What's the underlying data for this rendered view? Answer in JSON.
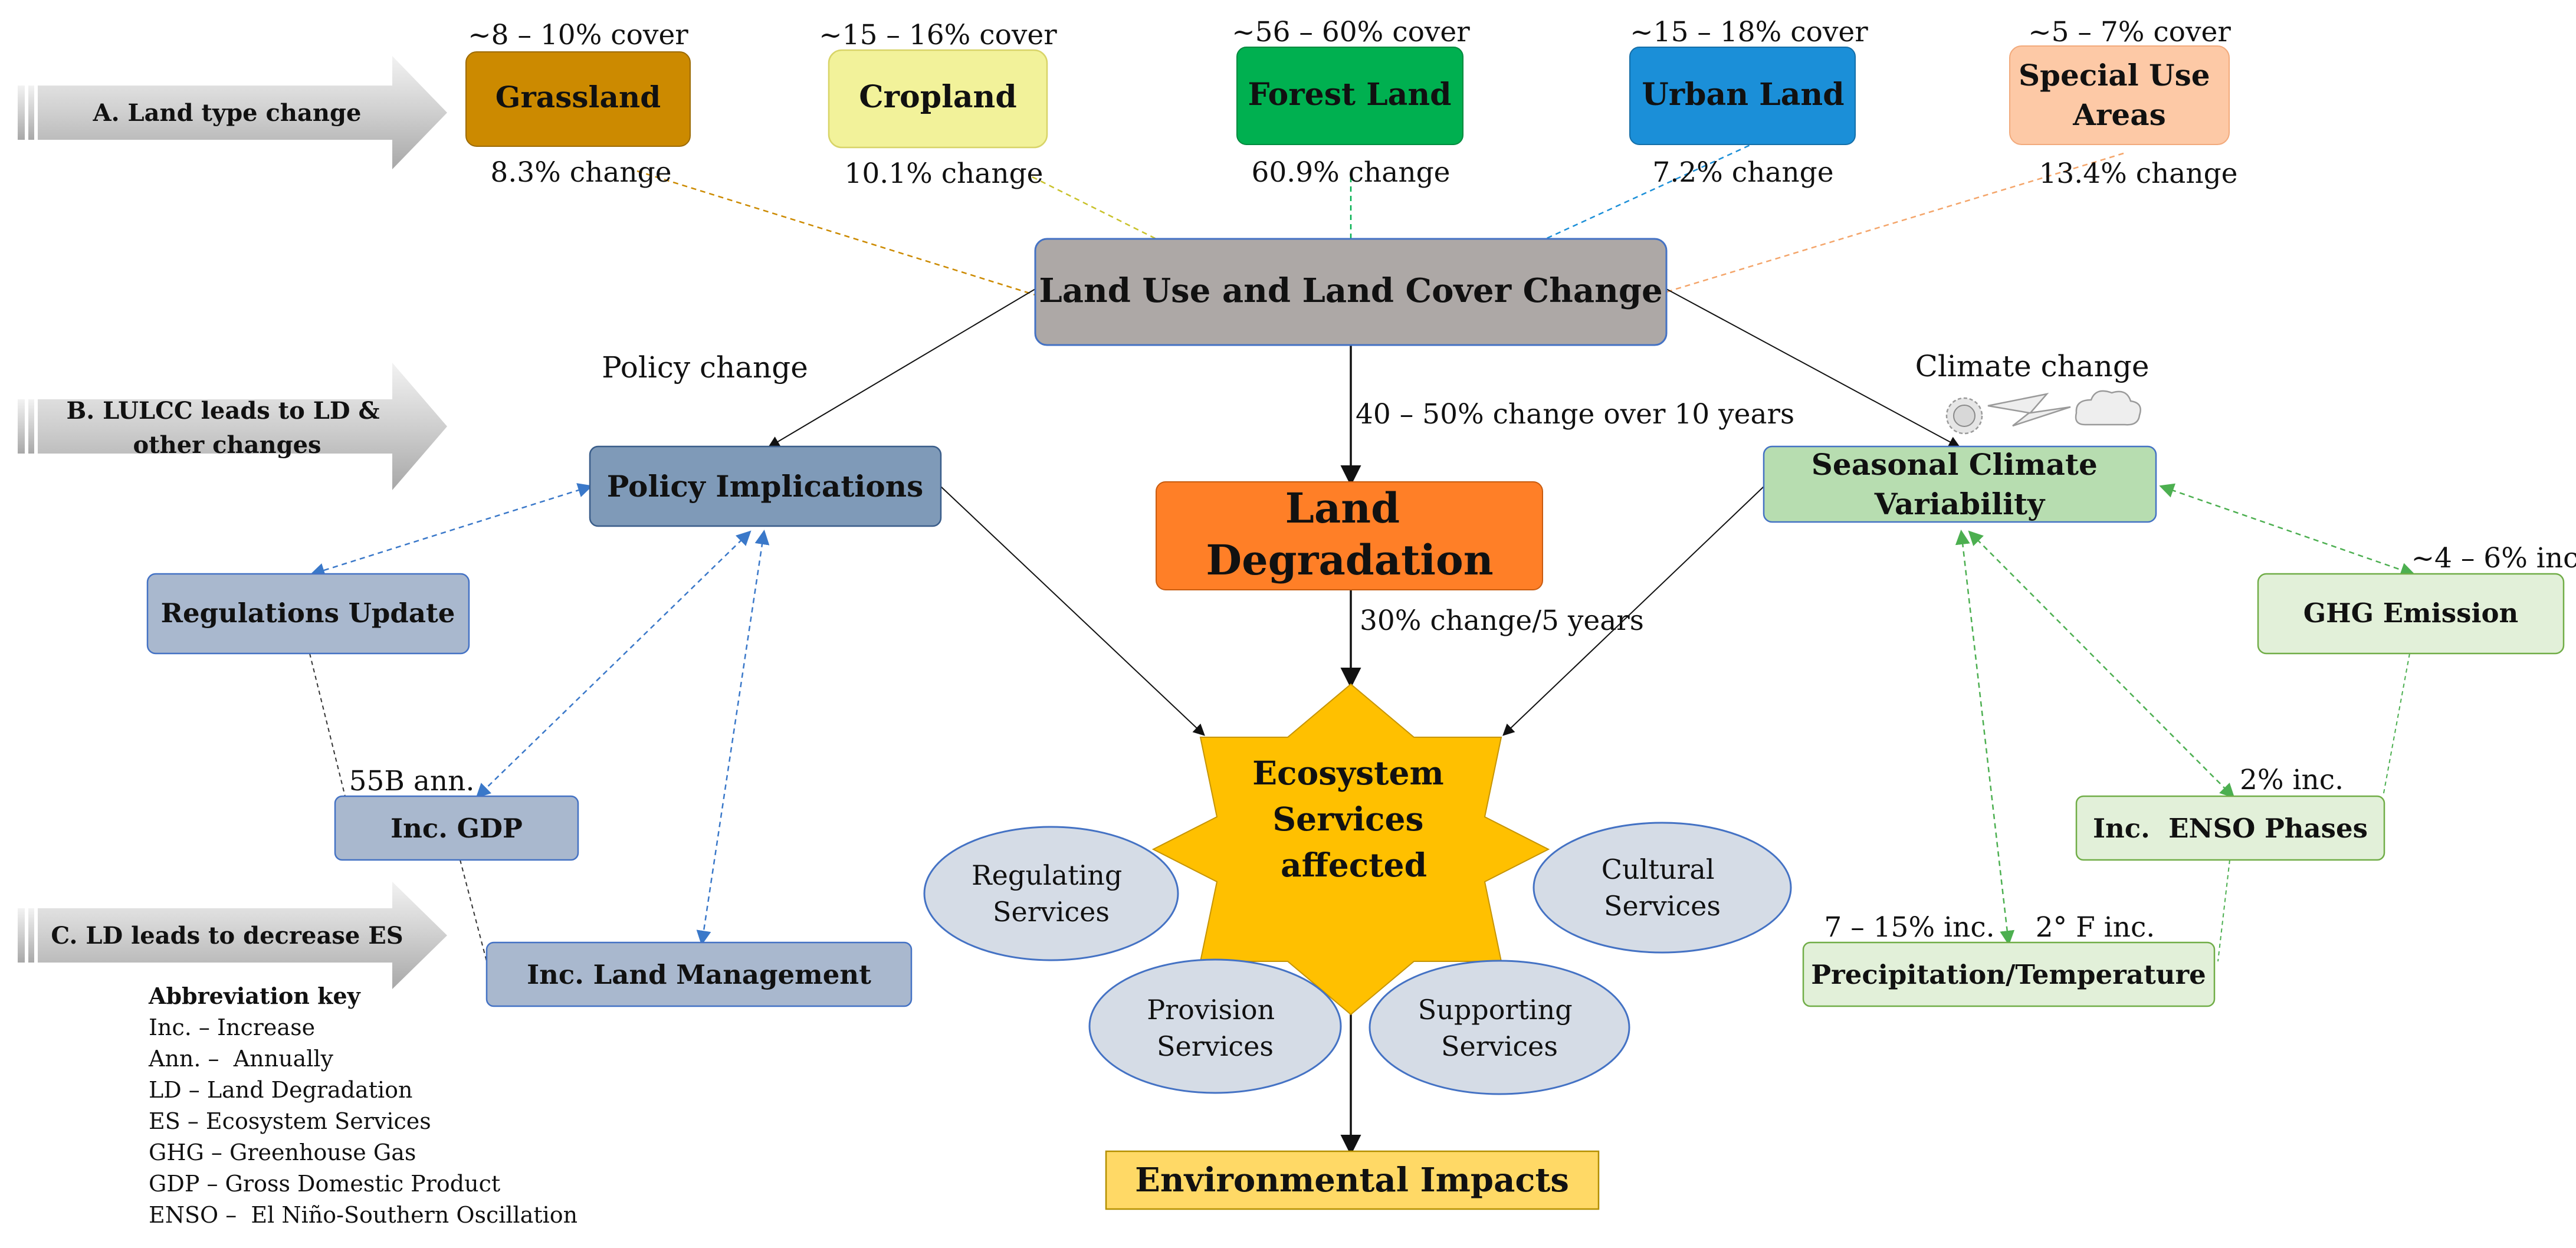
{
  "stages": {
    "a": "A. Land type change",
    "b": [
      "B. LULCC leads to LD &",
      "other changes"
    ],
    "c": "C. LD leads to decrease ES"
  },
  "land_types": [
    {
      "cover": "~8 – 10% cover",
      "name": [
        "Grassland"
      ],
      "change": "8.3% change",
      "color": "#CC8A00"
    },
    {
      "cover": "~15 – 16% cover",
      "name": [
        "Cropland"
      ],
      "change": "10.1% change",
      "color": "#F2F29A"
    },
    {
      "cover": "~56 – 60% cover",
      "name": [
        "Forest Land"
      ],
      "change": "60.9% change",
      "color": "#00B050"
    },
    {
      "cover": "~15 – 18% cover",
      "name": [
        "Urban Land"
      ],
      "change": "7.2% change",
      "color": "#1B8FD8"
    },
    {
      "cover": "~5 – 7% cover",
      "name": [
        "Special Use",
        "Areas"
      ],
      "change": "13.4% change",
      "color": "#FDC9A6"
    }
  ],
  "central": {
    "lulcc": "Land Use and Land Cover Change",
    "lulcc_to_ld": "40 – 50% change over 10 years",
    "land_degradation": [
      "Land",
      "Degradation"
    ],
    "ld_to_es": "30% change/5 years",
    "ecosystem_services": [
      "Ecosystem",
      "Services",
      "affected"
    ],
    "services": [
      [
        "Regulating",
        "Services"
      ],
      [
        "Cultural",
        "Services"
      ],
      [
        "Provision",
        "Services"
      ],
      [
        "Supporting",
        "Services"
      ]
    ],
    "environmental_impacts": "Environmental Impacts"
  },
  "policy": {
    "label": "Policy change",
    "implications": "Policy Implications",
    "regulations": "Regulations Update",
    "gdp_value": "55B ann.",
    "gdp": "Inc. GDP",
    "land_management": "Inc. Land Management"
  },
  "climate": {
    "label": "Climate change",
    "variability": [
      "Seasonal Climate",
      "Variability"
    ],
    "ghg_value": "~4 – 6% inc.",
    "ghg": "GHG Emission",
    "enso_value": "2% inc.",
    "enso": "Inc.  ENSO Phases",
    "precip_value": "7 – 15% inc.",
    "temp_value": "2° F inc.",
    "precip_temp": "Precipitation/Temperature"
  },
  "abbreviations": {
    "title": "Abbreviation key",
    "items": [
      "Inc. – Increase",
      "Ann. –  Annually",
      "LD – Land Degradation",
      "ES – Ecosystem Services",
      "GHG – Greenhouse Gas",
      "GDP – Gross Domestic Product",
      "ENSO –  El Niño-Southern Oscillation"
    ]
  },
  "colors": {
    "policy_dark": "#7F9AB8",
    "policy_light": "#A9B8CE",
    "climate_light": "#E2F0D9",
    "climate_mid": "#B7DDB0",
    "land_degradation": "#FF7F27",
    "star": "#FFC000",
    "environmental_impacts": "#FFD966",
    "lulcc": "#ADA8A6",
    "service_ellipse": "#D5DCE6"
  }
}
